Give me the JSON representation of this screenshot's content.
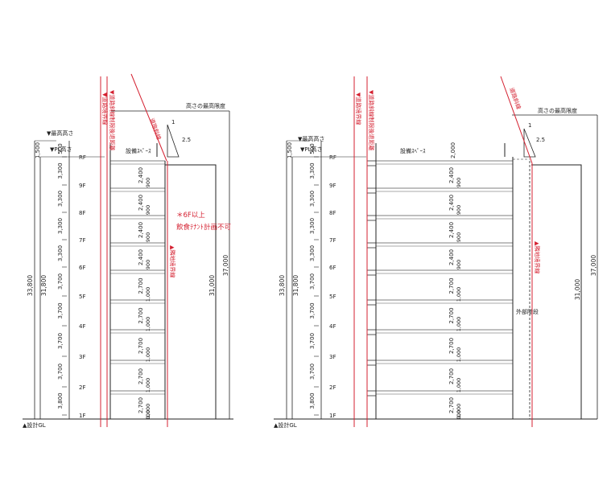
{
  "colors": {
    "line": "#222222",
    "grid": "#555555",
    "accent": "#d42030"
  },
  "left_elevation": {
    "floors": [
      "RF",
      "9F",
      "8F",
      "7F",
      "6F",
      "5F",
      "4F",
      "3F",
      "2F",
      "1F"
    ],
    "floor_heights": [
      "500",
      "3,300",
      "3,300",
      "3,300",
      "3,300",
      "3,700",
      "3,700",
      "3,700",
      "3,700",
      "3,800"
    ],
    "top_dim": "1,500",
    "total_height": "33,800",
    "pl_height": "31,800",
    "ceiling_dims": [
      "2,400",
      "2,400",
      "2,400",
      "2,400",
      "2,700",
      "2,700",
      "2,700",
      "2,700",
      "2,700"
    ],
    "slab_dims": [
      "900",
      "900",
      "900",
      "900",
      "1,000",
      "1,000",
      "1,000",
      "1,000",
      "1,000"
    ],
    "bottom_dim": "100",
    "max_height_label": "▼最高高さ",
    "pl_height_label": "▼PL高さ",
    "equipment_space": "設備ｽﾍﾟｰｽ",
    "road_line_label": "▼道路境界線",
    "setback_label": "▼道路斜線制限後退距離",
    "slant_label": "道路斜線",
    "height_limit_label": "高さの最高限度",
    "slope_num": "1",
    "slope_den": "2.5",
    "adjacent_line_label": "▲隣地境界線",
    "dim_37000": "37,000",
    "dim_31000": "31,000",
    "note_line1": "＊6F以上",
    "note_line2": "飲食ﾃﾅﾝﾄ計画不可",
    "gl_label": "▲設計GL"
  },
  "right_elevation": {
    "floors": [
      "RF",
      "9F",
      "8F",
      "7F",
      "6F",
      "5F",
      "4F",
      "3F",
      "2F",
      "1F"
    ],
    "floor_heights": [
      "500",
      "3,300",
      "3,300",
      "3,300",
      "3,300",
      "3,700",
      "3,700",
      "3,700",
      "3,700",
      "3,800"
    ],
    "top_dim": "1,500",
    "total_height": "33,800",
    "pl_height": "31,800",
    "top_dim_right": "2,000",
    "ceiling_dims": [
      "2,400",
      "2,400",
      "2,400",
      "2,400",
      "2,700",
      "2,700",
      "2,700",
      "2,700",
      "2,700"
    ],
    "slab_dims": [
      "900",
      "900",
      "900",
      "900",
      "1,000",
      "1,000",
      "1,000",
      "1,000",
      "1,000"
    ],
    "bottom_dim": "100",
    "max_height_label": "▼最高高さ",
    "pl_height_label": "▼PL高さ",
    "equipment_space": "設備ｽﾍﾟｰｽ",
    "road_line_label": "▼道路境界線",
    "setback_label": "▼道路斜線制限後退距離",
    "slant_label": "道路斜線",
    "height_limit_label": "高さの最高限度",
    "slope_num": "1",
    "slope_den": "2.5",
    "adjacent_line_label": "▲隣地境界線",
    "dim_37000": "37,000",
    "dim_31000": "31,000",
    "external_stair": "外部階段",
    "gl_label": "▲設計GL"
  }
}
